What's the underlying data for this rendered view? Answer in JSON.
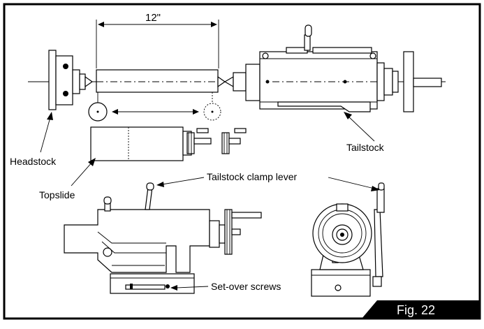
{
  "figure": {
    "number_label": "Fig. 22",
    "dimension_label": "12\"",
    "labels": {
      "headstock": "Headstock",
      "tailstock": "Tailstock",
      "topslide": "Topslide",
      "tailstock_clamp_lever": "Tailstock clamp lever",
      "set_over_screws": "Set-over screws"
    }
  },
  "colors": {
    "line": "#000000",
    "background": "#ffffff",
    "fig_tab": "#000000",
    "fig_tab_text": "#ffffff"
  }
}
